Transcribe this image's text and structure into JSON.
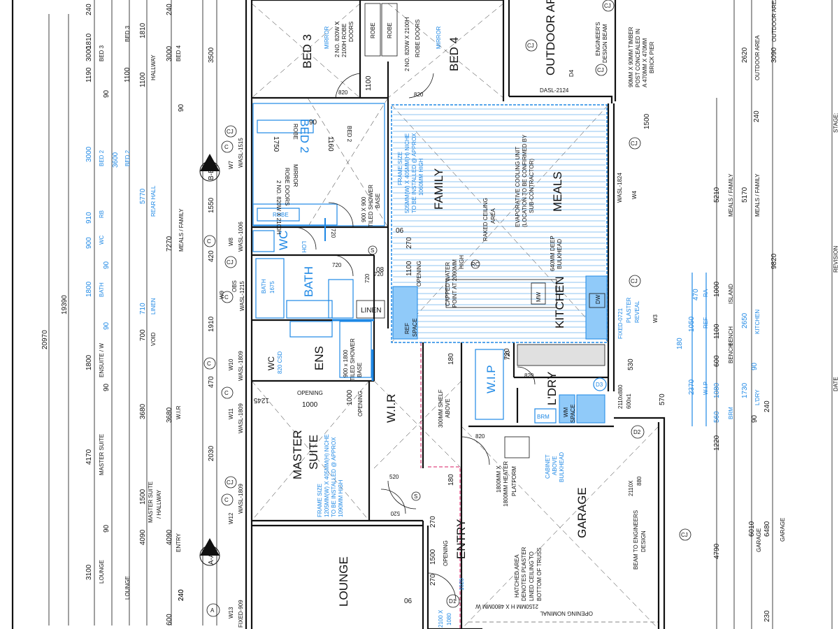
{
  "colors": {
    "annotation": "#1e88e5",
    "walls": "#111111",
    "hatch": "#1e88e5",
    "firewall": "#d81b60",
    "background": "#ffffff"
  },
  "rooms": {
    "bed3": "BED 3",
    "bed4": "BED 4",
    "bed2": "BED 2",
    "outdoor_area": "OUTDOOR AREA",
    "family": "FAMILY",
    "meals": "MEALS",
    "kitchen": "KITCHEN",
    "bath": "BATH",
    "wc1": "WC",
    "ens": "ENS",
    "wc2": "WC",
    "wir": "W.I.R",
    "wip": "W.I.P",
    "ldry": "L'DRY",
    "master_suite_1": "MASTER",
    "master_suite_2": "SUITE",
    "garage": "GARAGE",
    "entry": "ENTRY",
    "lounge": "LOUNGE",
    "linen": "LINEN",
    "brm": "BRM",
    "ref": "REF",
    "space": "SPACE",
    "dw": "DW",
    "mw": "MW",
    "wm": "WM",
    "space2": "SPACE"
  },
  "notes": {
    "mirror_bed3": "MIRROR",
    "robe_doors_bed3_1": "2 NO. 820W X",
    "robe_doors_bed3_2": "2100H ROBE",
    "robe_doors_bed3_3": "DOORS",
    "robe_a": "ROBE",
    "robe_b": "ROBE",
    "robe_doors_bed4_1": "2 NO. 820W X 2100H",
    "robe_doors_bed4_2": "ROBE DOORS",
    "mirror_bed4": "MIRROR",
    "bed2_mirror": "MIRROR",
    "bed2_robe_doors_1": "ROBE DOORS",
    "bed2_robe_doors_2": "2 NO. 820W X 2100H",
    "bed2_robe": "ROBE",
    "bed2_robe_label": "ROBE",
    "bed2_bed": "BED 2",
    "niche_1": "FRAME SIZE",
    "niche_2": "505MM(W) X 405MM(H) NICHE",
    "niche_3": "TO BE INSTALLED @ APPROX",
    "niche_4": "1060MM HIGH",
    "cooling_1": "EVAPORATIVE COOLING UNIT",
    "cooling_2": "(LOCATION TO BE CONFIRMED BY",
    "cooling_3": "SUB-CONTRACTOR)",
    "raked_1": "RAKED CEILING",
    "raked_2": "AREA",
    "bulkhead_1": "640MM DEEP",
    "bulkhead_2": "BULKHEAD",
    "water_1": "CAPPED WATER",
    "water_2": "POINT AT 2000MM",
    "water_3": "HIGH",
    "shower1_1": "900 X 900",
    "shower1_2": "TILED SHOWER",
    "shower1_3": "BASE",
    "shower2_1": "900 x 1800",
    "shower2_2": "TILED SHOWER",
    "shower2_3": "BASE",
    "bath_size_1": "BATH",
    "bath_size_2": "1675",
    "opening_a": "OPENING",
    "opening_b": "OPENING",
    "opening_c": "OPENING",
    "opening_d": "OPENING",
    "shelf_1": "300MM SHELF",
    "shelf_2": "ABOVE",
    "heater_1": "1800MM X",
    "heater_2": "1800MM HEATER",
    "heater_3": "PLATFORM",
    "cabinet_1": "CABINET",
    "cabinet_2": "ABOVE",
    "cabinet_3": "BULKHEAD",
    "hatched_1": "HATCHED AREA",
    "hatched_2": "DENOTES PLASTER",
    "hatched_3": "LINED CEILING TO",
    "hatched_4": "BOTTOM OF TRUSS",
    "beam_1": "BEAM TO ENGINEERS",
    "beam_2": "DESIGN",
    "garage_opening_1": "2150MM H X 4800MM W",
    "garage_opening_2": "OPENING NOMINAL",
    "post_1": "90MM X 90MM TIMBER",
    "post_2": "POST CONCEALED IN",
    "post_3": "A 470MM X 470MM",
    "post_4": "BRICK PIER",
    "engineer_1": "ENGINEER'S",
    "engineer_2": "DESIGN BEAM",
    "fixed_1": "FIXED-0721",
    "fixed_2": "PLASTER",
    "fixed_3": "REVEAL",
    "master_niche_1": "FRAME SIZE",
    "master_niche_2": "1205MM(W) X 405MM(H) NICHE",
    "master_niche_3": "TO BE INSTALLED @ APPROX",
    "master_niche_4": "1090MM HIGH",
    "csd": "820 CSD",
    "bench": "BENCH",
    "lop": "LOH",
    "wc_small": "WC",
    "garage_door_1": "2110X",
    "garage_door_2": "880",
    "door_d3_1": "2110x880",
    "door_d3_2": "600x1"
  },
  "window_tags": {
    "w7": "W7",
    "wasl1515": "WASL-1515",
    "w8": "W8",
    "wasl1006": "WASL-1006",
    "w9": "W9",
    "obs": "OBS",
    "wasl1215": "WASL-1215",
    "w10": "W10",
    "wasl1809a": "WASL-1809",
    "w11": "W11",
    "wasl1809b": "WASL-1809",
    "w12": "W12",
    "wasl1809c": "WASL-1809",
    "w13": "W13",
    "fixed909": "FIXED-909",
    "w4": "W4",
    "wasl1824": "WASL-1824",
    "w3": "W3",
    "d4": "D4",
    "dasl2124": "DASL-2124",
    "d3": "D3",
    "d2": "D2",
    "d1": "D1",
    "c": "C",
    "cj": "CJ",
    "s": "S",
    "rc": "RC",
    "sections": {
      "aa": "A-A",
      "bb": "B-B"
    },
    "a": "A"
  },
  "dims_left_outer": [
    "240",
    "1810",
    "3000",
    "1190",
    "90",
    "3000",
    "3600",
    "5770",
    "910",
    "900",
    "90",
    "1800",
    "90",
    "1910",
    "1800",
    "90",
    "3680",
    "4170",
    "1500",
    "90",
    "4090",
    "3100",
    "240"
  ],
  "dims_left_labels": [
    "BED 3",
    "BED 3",
    "BED 4",
    "HALLWAY",
    "BED 2",
    "BED 2",
    "REAR HALL",
    "RB",
    "WC",
    "BATH",
    "ENSUITE / W",
    "W.I.R",
    "MASTER SUITE",
    "MASTER SUITE",
    "/ HALLWAY",
    "ENTRY",
    "LOUNGE",
    "LOUNGE",
    "MEALS / FAMILY",
    "VOID",
    "LINEN"
  ],
  "dims_left_extra": [
    "3500",
    "1550",
    "420",
    "1910",
    "470",
    "2030",
    "1100",
    "7270",
    "710",
    "700",
    "3680",
    "4090",
    "1810",
    "3000",
    "1100",
    "90",
    "240",
    "600"
  ],
  "overall": {
    "d1": "20970",
    "d2": "19390"
  },
  "dims_right": [
    "2620",
    "3090",
    "5210",
    "5170",
    "9820",
    "1000",
    "1050",
    "1100",
    "2650",
    "2370",
    "1080",
    "1730",
    "560",
    "6010",
    "6480",
    "4790",
    "1220",
    "230",
    "240",
    "90",
    "180",
    "470",
    "90",
    "600",
    "1500",
    "240",
    "570",
    "530",
    "720"
  ],
  "dims_right_labels": [
    "OUTDOOR AREA",
    "OUTDOOR AREA",
    "MEALS / FAMILY",
    "MEALS / FAMILY",
    "ISLAND",
    "REF",
    "KITCHEN",
    "BENCH",
    "W.I.P",
    "BRM",
    "L'DRY",
    "GARAGE",
    "GARAGE",
    "RA"
  ],
  "interior_dims": [
    "1100",
    "820",
    "820",
    "1750",
    "1160",
    "90",
    "06",
    "720",
    "720",
    "820",
    "720",
    "1100",
    "270",
    "08",
    "720",
    "1245",
    "1000",
    "1000",
    "720",
    "06",
    "820",
    "520",
    "520",
    "1500",
    "270",
    "270",
    "180",
    "180",
    "1020",
    "1080",
    "2100 X",
    "240"
  ],
  "titleblock": {
    "stage": "STAGE:",
    "revision": "REVISION",
    "date": "DATE"
  }
}
